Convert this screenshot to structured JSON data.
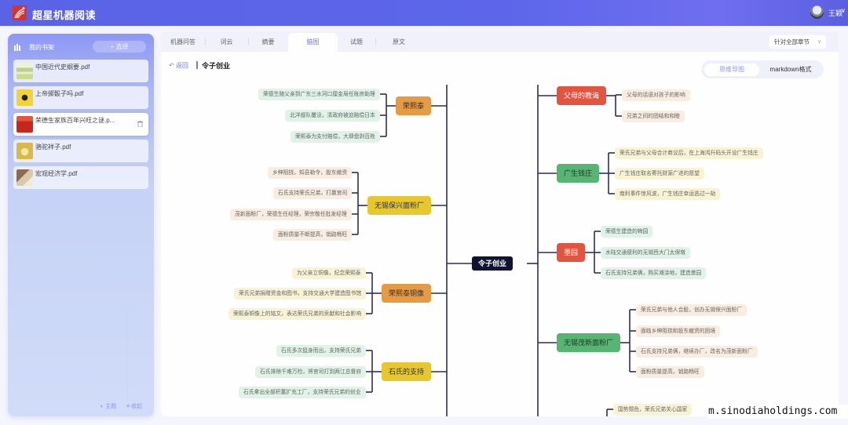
{
  "app": {
    "title": "超星机器阅读",
    "user_name": "王颖",
    "user_chevron": "∨",
    "brand_color": "#5d66ea"
  },
  "sidebar": {
    "heading": "我的书架",
    "select_button": "+ 选择",
    "books": [
      {
        "name": "中国近代史纲要.pdf",
        "active": false
      },
      {
        "name": "上帝掷骰子吗.pdf",
        "active": false
      },
      {
        "name": "荣德生家族百年兴旺之谜.p...",
        "active": true
      },
      {
        "name": "骆驼祥子.pdf",
        "active": false
      },
      {
        "name": "宏观经济学.pdf",
        "active": false
      }
    ],
    "footer_theme": "主题",
    "footer_collapse": "收起"
  },
  "tabs": [
    {
      "label": "机器问答",
      "active": false
    },
    {
      "label": "词云",
      "active": false
    },
    {
      "label": "摘要",
      "active": false
    },
    {
      "label": "脑图",
      "active": true
    },
    {
      "label": "试题",
      "active": false
    },
    {
      "label": "原文",
      "active": false
    }
  ],
  "chapter_select": {
    "value": "针对全部章节"
  },
  "toolbar": {
    "back_label": "返回",
    "page_title": "令子创业",
    "view_options": [
      "思维导图",
      "markdown格式"
    ],
    "active_view": "思维导图"
  },
  "mindmap": {
    "root": "令子创业",
    "colors": {
      "orange": "#e59a45",
      "yellow": "#e6c72e",
      "red": "#e05440",
      "green": "#58b473",
      "leaf_green": "#dff3e8",
      "leaf_beige": "#f8ede0",
      "leaf_yellow": "#f8f3d4",
      "line": "#2e2f55"
    },
    "left": [
      {
        "label": "荣熙泰",
        "color": "orange",
        "leaf_color": "leaf_green",
        "children": [
          "荣德生随父亲到广东三水河口厘金局任账房助理",
          "北洋舰队覆没，清政府被迫赔偿日本",
          "荣熙泰为支付赔偿，大肆盘剥百姓"
        ]
      },
      {
        "label": "无锡保兴面粉厂",
        "color": "yellow",
        "leaf_color": "leaf_beige",
        "children": [
          "乡绅阻挠，知县勒令，股东撤资",
          "石氏支持荣氏兄弟，打赢官司",
          "茂新面粉厂，荣德生任经理，荣宗敬任批发经理",
          "面粉质量不断提高，销路畅旺"
        ]
      },
      {
        "label": "荣熙泰铜像",
        "color": "orange",
        "leaf_color": "leaf_yellow",
        "children": [
          "为父亲立铜像，纪念荣熙泰",
          "荣氏兄弟捐赠资金和图书，支持交通大学建造图书馆",
          "荣熙泰铜像上的铭文，表达荣氏兄弟的贡献和社会影响"
        ]
      },
      {
        "label": "石氏的支持",
        "color": "yellow",
        "leaf_color": "leaf_green",
        "children": [
          "石氏多次挺身而出，支持荣氏兄弟",
          "石氏排除千难万险，将官司打到两江总督府",
          "石氏拿出全部积蓄扩充工厂，支持荣氏兄弟的创业"
        ]
      }
    ],
    "right": [
      {
        "label": "父母的教诲",
        "color": "red",
        "leaf_color": "leaf_beige",
        "children": [
          "父母的话语对孩子的影响",
          "兄弟之间的团结和和睦"
        ]
      },
      {
        "label": "广生钱庄",
        "color": "green",
        "leaf_color": "leaf_yellow",
        "children": [
          "荣氏兄弟与父母合计商议后，在上海鸿升码头开设广生钱庄",
          "广生钱庄取名寄托财源广进的愿望",
          "南利事件惊风波，广生钱庄幸运逃过一劫"
        ]
      },
      {
        "label": "墨园",
        "color": "red",
        "leaf_color": "leaf_green",
        "children": [
          "荣德生建造的梅园",
          "水陆交通便利的无锡西大门太保墩",
          "石氏支持兄弟俩，购买滩涂地，建造墨园"
        ]
      },
      {
        "label": "无锡茂新面粉厂",
        "color": "green",
        "leaf_color": "leaf_beige",
        "children": [
          "荣氏兄弟与他人合股，创办无锡保兴面粉厂",
          "面临乡绅阻挠和股东撤资的困境",
          "石氏支持兄弟俩，继续办厂，改名为茂新面粉厂",
          "面粉质量提高，销路畅旺"
        ]
      },
      {
        "label": "",
        "color": "",
        "leaf_color": "leaf_yellow",
        "children": [
          "国势颓危，荣氏兄弟关心国家"
        ]
      }
    ]
  },
  "watermark": "m.sinodiaholdings.com"
}
